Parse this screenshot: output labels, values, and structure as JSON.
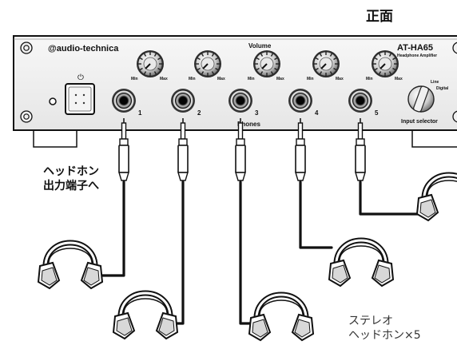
{
  "title": "正面",
  "device": {
    "brand": "@audio-technica",
    "model": "AT-HA65",
    "model_sub": "Headphone Amplifier",
    "volume_label": "Volume",
    "min_label": "Min",
    "max_label": "Max",
    "phones_label": "Phones",
    "input_selector_label": "Input selector",
    "input_options": [
      "Line",
      "Digital"
    ],
    "power_symbol": "⏻",
    "output_numbers": [
      "1",
      "2",
      "3",
      "4",
      "5"
    ]
  },
  "callout": {
    "line1": "ヘッドホン",
    "line2": "出力端子へ"
  },
  "note": {
    "line1": "ステレオ",
    "line2": "ヘッドホン×5"
  }
}
